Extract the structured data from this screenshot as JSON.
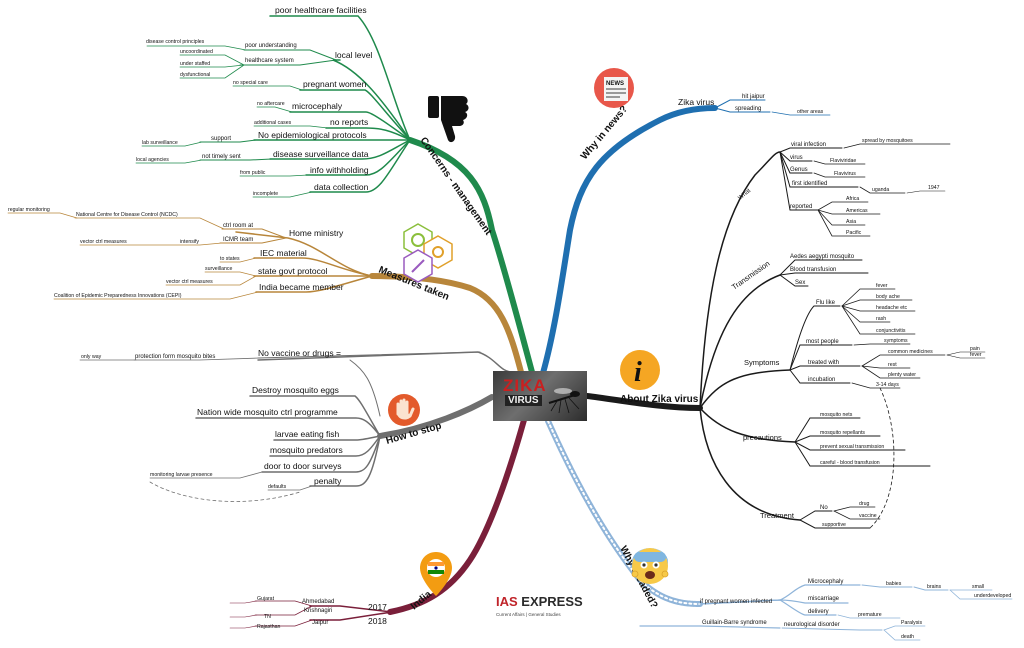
{
  "center": {
    "line1": "ZIKA",
    "line2": "VIRUS"
  },
  "brand": {
    "part1": "IAS",
    "part2": " EXPRESS",
    "tagline": "Current Affairs | General Studies"
  },
  "branches": {
    "concerns": {
      "label": "Concerns - management",
      "color": "#1f8a4c",
      "items": {
        "poor_healthcare": "poor healthcare facilities",
        "local_level": "local level",
        "poor_understanding": "poor understanding",
        "disease_ctrl_principles": "disease control principles",
        "healthcare_system": "healthcare system",
        "uncoordinated": "uncoordinated",
        "under_staffed": "under staffed",
        "dysfunctional": "dysfunctional",
        "pregnant_women": "pregnant women",
        "no_special_care": "no special care",
        "microcephaly": "microcephaly",
        "no_aftercare": "no aftercare",
        "no_reports": "no reports",
        "additional_cases": "additional cases",
        "no_epi": "No epidemiological protocols",
        "support": "support",
        "lab_surveillance": "lab surveillance",
        "disease_surv_data": "disease surveillance data",
        "not_timely_sent": "not timely sent",
        "local_agencies": "local agencies",
        "info_withholding": "info withholding",
        "from_public": "from public",
        "data_collection": "data collection",
        "incomplete": "incomplete"
      }
    },
    "measures": {
      "label": "Measures taken",
      "color": "#b8863b",
      "items": {
        "home_ministry": "Home ministry",
        "ctrl_room": "ctrl room at",
        "ncdc": "National Centre for Disease Control (NCDC)",
        "regular_monitoring": "regular monitoring",
        "icmr_team": "ICMR team",
        "intensify": "intensify",
        "vector_ctrl_1": "vector ctrl measures",
        "iec_material": "IEC material",
        "to_states": "to states",
        "state_protocol": "state govt protocol",
        "surveillance": "surveillance",
        "vector_ctrl_2": "vector ctrl measures",
        "india_member": "India became member",
        "cepi": "Coalition of Epidemic Preparedness Innovations (CEPI)"
      }
    },
    "how_to_stop": {
      "label": "How to stop",
      "color": "#6f6f6f",
      "items": {
        "no_vaccine": "No vaccine or drugs =",
        "protection": "protection form mosquito bites",
        "only_way": "only way",
        "destroy_eggs": "Destroy mosquito eggs",
        "nationwide": "Nation wide mosquito ctrl programme",
        "larvae_fish": "larvae eating fish",
        "predators": "mosquito predators",
        "door_to_door": "door to door surveys",
        "monitoring_larvae": "monitoring larvae presence",
        "penalty": "penalty",
        "defaults": "defaults"
      }
    },
    "india": {
      "label": "India",
      "color": "#7a1f3a",
      "items": {
        "y2017": "2017",
        "y2018": "2018",
        "ahmedabad": "Ahmedabad",
        "gujarat": "Gujarat",
        "krishnagiri": "Krishnagiri",
        "tn": "TN",
        "jaipur": "Jaipur",
        "rajasthan": "Rajasthan"
      }
    },
    "why_news": {
      "label": "Why in news?",
      "color": "#1f6fb0",
      "items": {
        "zika_virus": "Zika virus",
        "hit_jaipur": "hit jaipur",
        "spreading": "spreading",
        "other_areas": "other areas"
      }
    },
    "about": {
      "label": "About Zika virus",
      "color": "#1a1a1a",
      "items": {
        "what": "What",
        "viral_infection": "viral infection",
        "spread_mosq": "spread by mosquitoes",
        "virus": "virus",
        "flaviviridae": "Flaviviridae",
        "genus": "Genus",
        "flavivirus": "Flavivirus",
        "first_identified": "first identified",
        "uganda": "uganda",
        "y1947": "1947",
        "reported": "reported",
        "africa": "Africa",
        "americas": "Americas",
        "asia": "Asia",
        "pacific": "Pacific",
        "transmission": "Transmission",
        "aedes": "Aedes aegypti mosquito",
        "blood_transfusion": "Blood transfusion",
        "sex": "Sex",
        "symptoms": "Symptoms",
        "flu_like": "Flu like",
        "fever": "fever",
        "body_ache": "body ache",
        "headache": "headache etc",
        "rash": "rash",
        "conjunctivitis": "conjunctivitis",
        "most_people": "most people",
        "symptoms_low": "symptoms",
        "treated_with": "treated with",
        "common_medicines": "common medicines",
        "pain": "pain",
        "fever2": "fever",
        "rest": "rest",
        "plenty_water": "plenty water",
        "incubation": "incubation",
        "days": "3-14 days",
        "precautions": "precautions",
        "mosquito_nets": "mosquito nets",
        "repellants": "mosquito repellants",
        "prevent_sexual": "prevent sexual transmission",
        "careful_blood": "careful - blood transfusion",
        "treatment": "Treatment",
        "no": "No",
        "drug": "drug",
        "vaccine": "vaccine",
        "supportive": "supportive"
      }
    },
    "why_dreaded": {
      "label": "Why dreaded?",
      "color": "#8fb4d9",
      "items": {
        "pregnant_infected": "if pregnant women infected",
        "microcephaly": "Microcephaly",
        "babies": "babies",
        "brains": "brains",
        "small": "small",
        "underdeveloped": "underdeveloped",
        "miscarriage": "miscarriage",
        "delivery": "delivery",
        "premature": "premature",
        "gbs": "Guillain-Barre syndrome",
        "neuro": "neurological disorder",
        "paralysis": "Paralysis",
        "death": "death"
      }
    }
  },
  "icons": {
    "concerns": "thumbs-down-icon",
    "measures": "gears-icon",
    "stop": "stop-hand-icon",
    "india": "india-pin-icon",
    "news": "newspaper-icon",
    "about": "info-icon",
    "dreaded": "scared-face-icon"
  },
  "icon_text": {
    "news": "NEWS",
    "info": "i"
  }
}
